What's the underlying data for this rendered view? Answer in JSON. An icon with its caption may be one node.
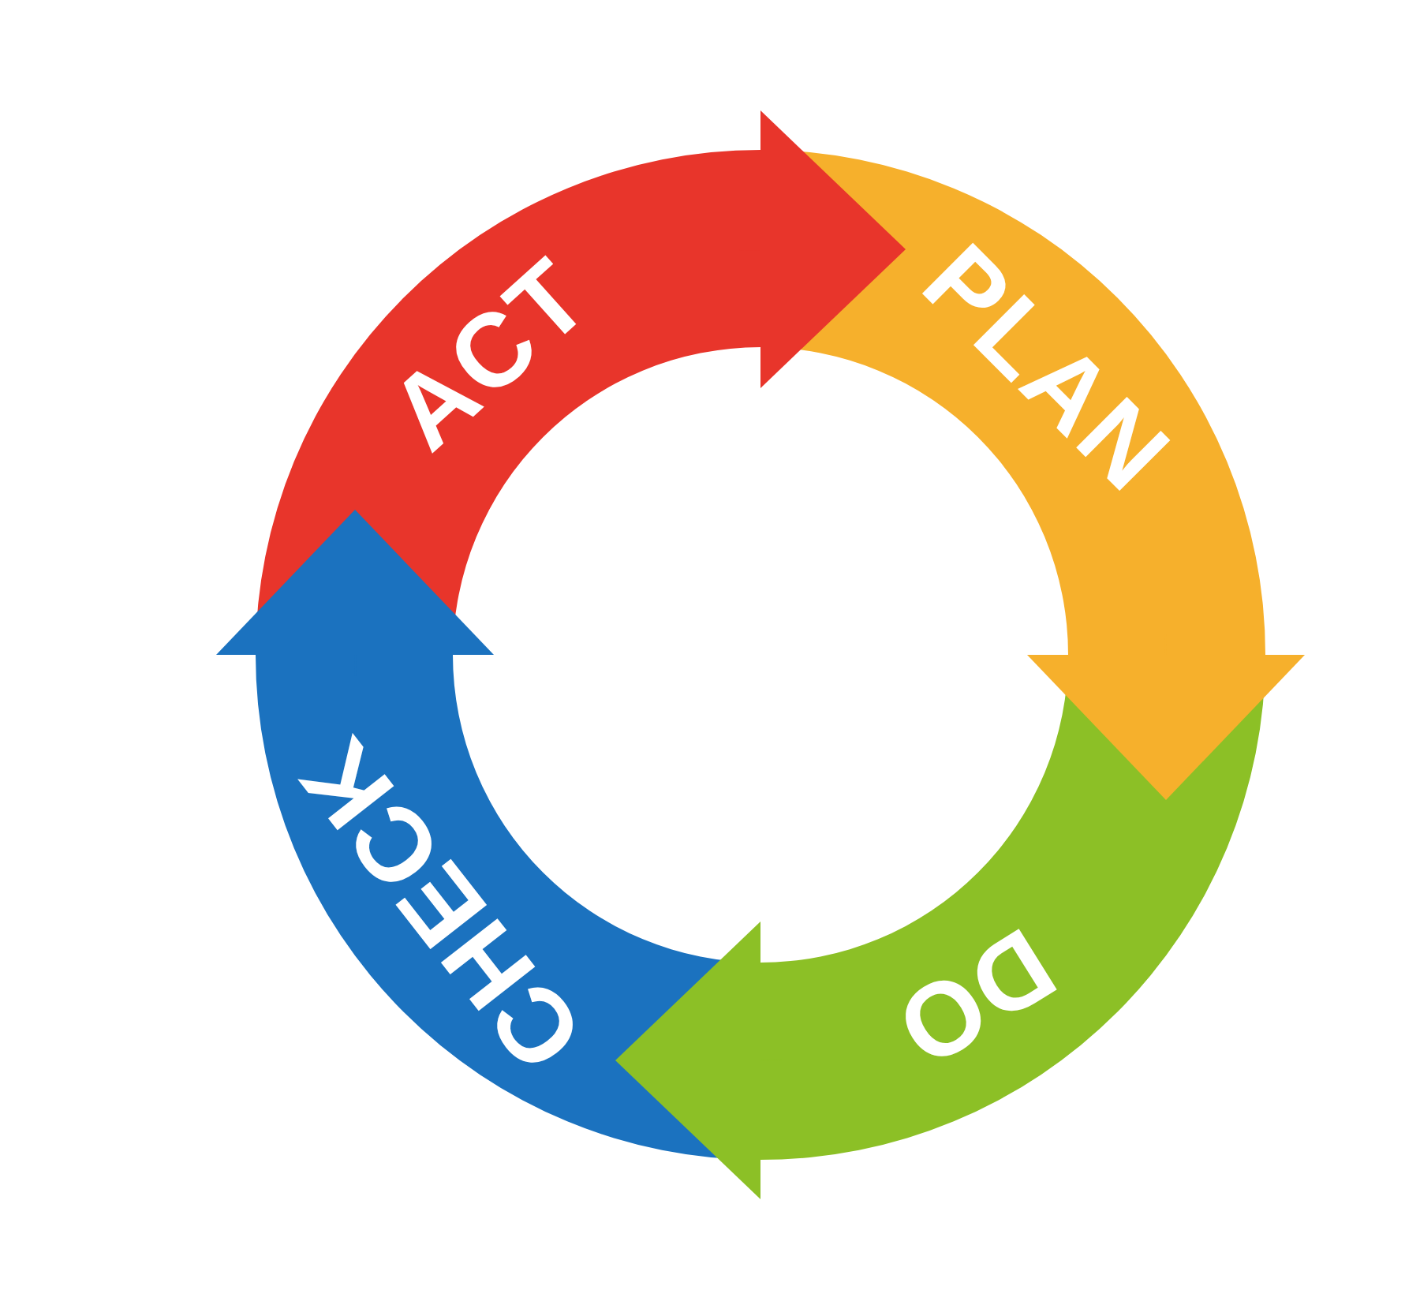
{
  "diagram": {
    "nodes": [
      {
        "text": [
          "ACT"
        ]
      },
      {
        "text": [
          "PLAN"
        ]
      },
      {
        "text": [
          "DO"
        ]
      },
      {
        "text": [
          "CHECK"
        ]
      }
    ],
    "edges": [
      {
        "from": 0,
        "to": 1,
        "arrow": "to",
        "color": "#e8352b"
      },
      {
        "from": 1,
        "to": 2,
        "arrow": "to",
        "color": "#f6b02c"
      },
      {
        "from": 2,
        "to": 3,
        "arrow": "to",
        "color": "#8cc026"
      },
      {
        "from": 3,
        "to": 0,
        "arrow": "to",
        "color": "#1b72bf"
      }
    ]
  }
}
